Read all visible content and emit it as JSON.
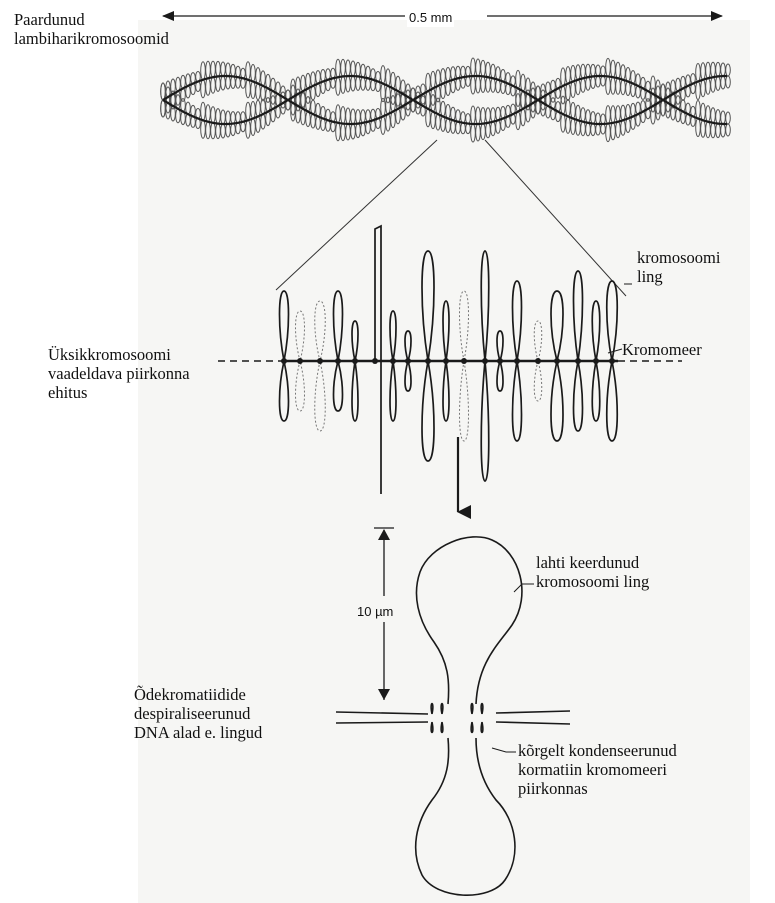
{
  "labels": {
    "scale_top": "0.5 mm",
    "paired_chromosomes": "Paardunud\nlambiharikromosoomid",
    "single_chromosome_region": "Üksikkromosoomi\nvaadeldava piirkonna\nehitus",
    "chromosome_loop": "kromosoomi\nling",
    "chromomere": "Kromomeer",
    "scale_loop": "10 µm",
    "unwound_loop": "lahti keerdunud\nkromosoomi ling",
    "sister_chromatids": "Õdekromatiidide\ndespiraliseerunud\nDNA alad e. lingud",
    "condensed_chromatin": "kõrgelt kondenseerunud\nkormatiin kromomeeri\npiirkonnas"
  },
  "colors": {
    "ink": "#1a1a1a",
    "background": "#f6f6f4"
  }
}
